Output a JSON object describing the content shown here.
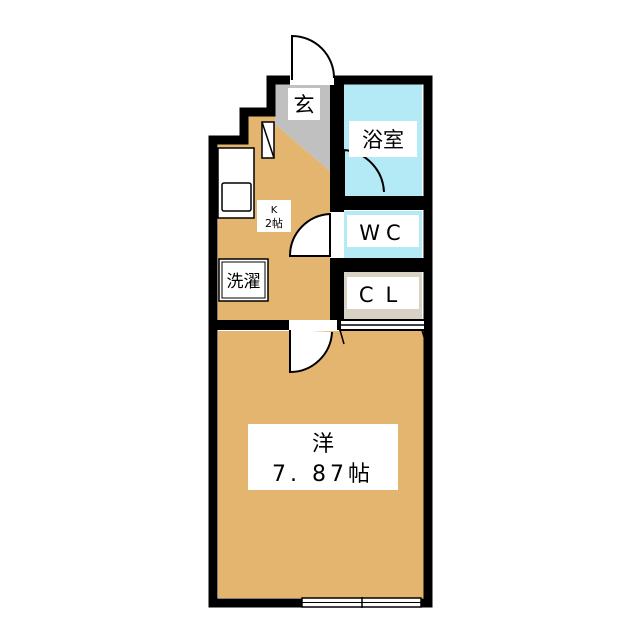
{
  "rooms": {
    "genkan": {
      "label": "玄"
    },
    "bathroom": {
      "label": "浴室"
    },
    "wc": {
      "label": "WC"
    },
    "closet": {
      "label": "CL"
    },
    "kitchen": {
      "label_line1": "K",
      "label_line2": "2帖"
    },
    "laundry": {
      "label": "洗濯"
    },
    "western_room": {
      "label_line1": "洋",
      "label_line2": "7. 87帖"
    }
  },
  "colors": {
    "wall": "#000000",
    "wood_floor": "#e3b56e",
    "genkan_floor": "#c0c0c0",
    "bath_floor": "#b3eaf5",
    "closet_floor": "#d8d2c4",
    "label_bg": "#ffffff"
  }
}
